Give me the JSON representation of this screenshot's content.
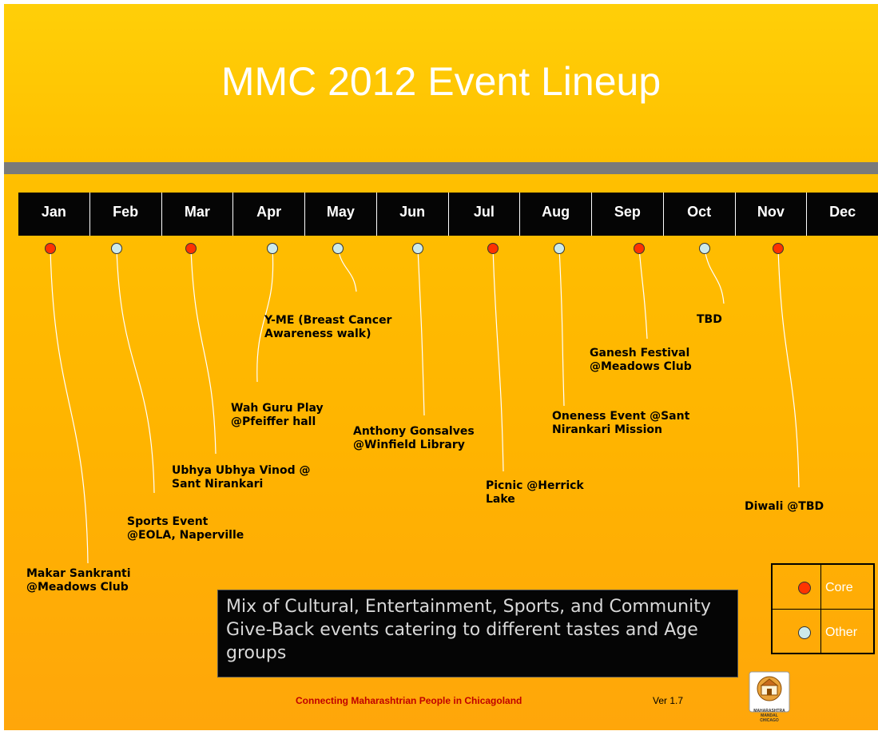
{
  "title": "MMC 2012 Event Lineup",
  "months": [
    "Jan",
    "Feb",
    "Mar",
    "Apr",
    "May",
    "Jun",
    "Jul",
    "Aug",
    "Sep",
    "Oct",
    "Nov",
    "Dec"
  ],
  "events": [
    {
      "month": "Jan",
      "type": "core",
      "label_line1": "Makar Sankranti",
      "label_line2": "@Meadows Club"
    },
    {
      "month": "Feb",
      "type": "other",
      "label_line1": "Sports Event",
      "label_line2": "@EOLA, Naperville"
    },
    {
      "month": "Mar",
      "type": "core",
      "label_line1": "Ubhya Ubhya Vinod @",
      "label_line2": "Sant Nirankari"
    },
    {
      "month": "Apr",
      "type": "other",
      "label_line1": "Wah Guru Play",
      "label_line2": "@Pfeiffer hall"
    },
    {
      "month": "May",
      "type": "other",
      "label_line1": "Y-ME (Breast Cancer",
      "label_line2": "Awareness walk)"
    },
    {
      "month": "Jun",
      "type": "other",
      "label_line1": "Anthony Gonsalves",
      "label_line2": "@Winfield Library"
    },
    {
      "month": "Jul",
      "type": "core",
      "label_line1": "Picnic @Herrick",
      "label_line2": "Lake"
    },
    {
      "month": "Aug",
      "type": "other",
      "label_line1": "Oneness Event @Sant",
      "label_line2": "Nirankari Mission"
    },
    {
      "month": "Sep",
      "type": "core",
      "label_line1": "Ganesh Festival",
      "label_line2": "@Meadows Club"
    },
    {
      "month": "Oct",
      "type": "other",
      "label_line1": "TBD",
      "label_line2": ""
    },
    {
      "month": "Nov",
      "type": "core",
      "label_line1": "Diwali @TBD",
      "label_line2": ""
    }
  ],
  "description": "Mix of Cultural, Entertainment, Sports, and Community Give-Back events catering to different tastes and Age groups",
  "legend": {
    "core_label": "Core",
    "other_label": "Other",
    "core_color": "#ff3300",
    "other_color": "#cdeaea"
  },
  "footer": {
    "tagline": "Connecting Maharashtrian People in Chicagoland",
    "version": "Ver 1.7"
  },
  "logo": {
    "text_line1": "MAHARASHTRA MANDAL",
    "text_line2": "CHICAGO"
  }
}
